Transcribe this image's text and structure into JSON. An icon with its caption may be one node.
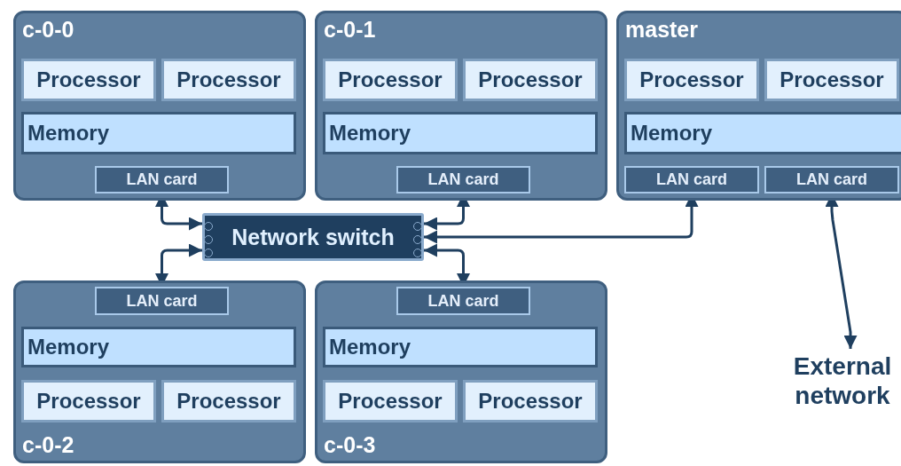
{
  "diagram": {
    "nodes": [
      {
        "text": [
          "c-0-0"
        ]
      },
      {
        "text": [
          "Processor"
        ],
        "in": 0
      },
      {
        "text": [
          "Processor"
        ],
        "in": 0
      },
      {
        "text": [
          "Memory"
        ],
        "in": 0
      },
      {
        "text": [
          "LAN card"
        ],
        "in": 0
      },
      {
        "text": [
          "c-0-1"
        ]
      },
      {
        "text": [
          "Processor"
        ],
        "in": 5
      },
      {
        "text": [
          "Processor"
        ],
        "in": 5
      },
      {
        "text": [
          "Memory"
        ],
        "in": 5
      },
      {
        "text": [
          "LAN card"
        ],
        "in": 5
      },
      {
        "text": [
          "master"
        ]
      },
      {
        "text": [
          "Processor"
        ],
        "in": 10
      },
      {
        "text": [
          "Processor"
        ],
        "in": 10
      },
      {
        "text": [
          "Memory"
        ],
        "in": 10
      },
      {
        "text": [
          "LAN card"
        ],
        "in": 10
      },
      {
        "text": [
          "LAN card"
        ],
        "in": 10
      },
      {
        "text": [
          "Network switch"
        ]
      },
      {
        "text": [
          "c-0-2"
        ]
      },
      {
        "text": [
          "LAN card"
        ],
        "in": 17
      },
      {
        "text": [
          "Memory"
        ],
        "in": 17
      },
      {
        "text": [
          "Processor"
        ],
        "in": 17
      },
      {
        "text": [
          "Processor"
        ],
        "in": 17
      },
      {
        "text": [
          "c-0-3"
        ]
      },
      {
        "text": [
          "LAN card"
        ],
        "in": 22
      },
      {
        "text": [
          "Memory"
        ],
        "in": 22
      },
      {
        "text": [
          "Processor"
        ],
        "in": 22
      },
      {
        "text": [
          "Processor"
        ],
        "in": 22
      },
      {
        "text": [
          "External network"
        ]
      }
    ],
    "edges": [
      {
        "from": 4,
        "to": 16,
        "arrow": "both"
      },
      {
        "from": 9,
        "to": 16,
        "arrow": "both"
      },
      {
        "from": 14,
        "to": 16,
        "arrow": "both"
      },
      {
        "from": 18,
        "to": 16,
        "arrow": "both"
      },
      {
        "from": 23,
        "to": 16,
        "arrow": "both"
      },
      {
        "from": 15,
        "to": 27,
        "arrow": "both"
      }
    ]
  }
}
